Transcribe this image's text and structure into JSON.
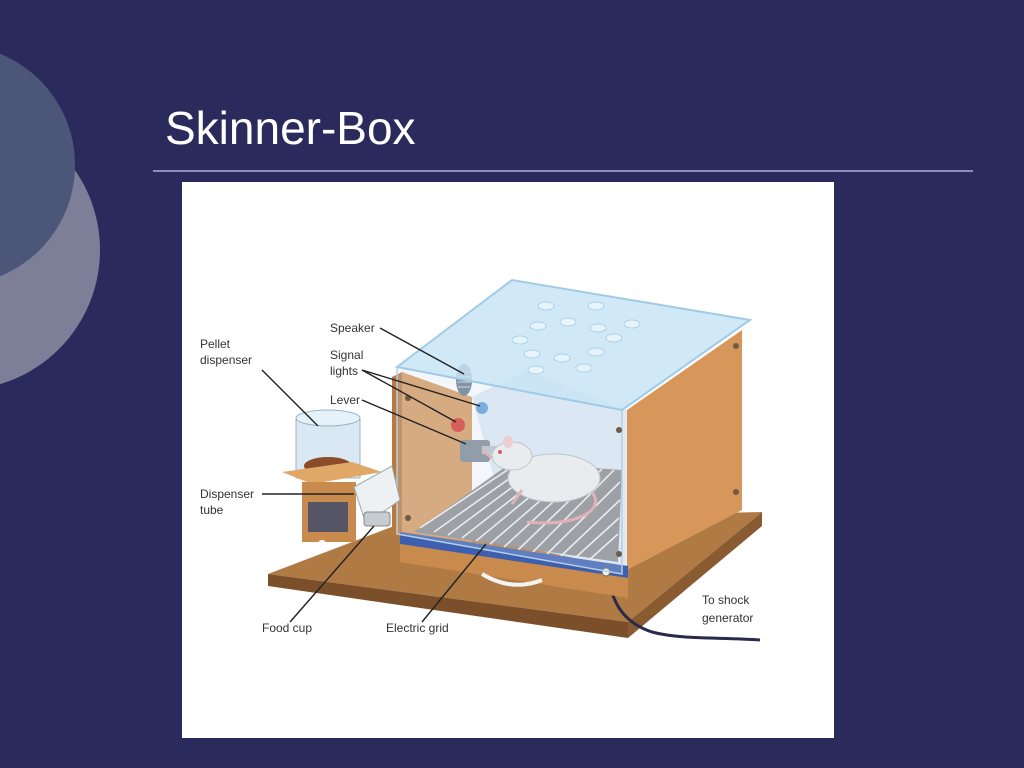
{
  "slide": {
    "title": "Skinner-Box",
    "colors": {
      "background": "#2b2a5c",
      "accent_circle": "#4b5678",
      "accent_ring": "#7d7f98",
      "rule": "#8d8fb6",
      "title": "#ffffff"
    }
  },
  "diagram": {
    "labels": {
      "pellet_dispenser_1": "Pellet",
      "pellet_dispenser_2": "dispenser",
      "speaker": "Speaker",
      "signal_lights_1": "Signal",
      "signal_lights_2": "lights",
      "lever": "Lever",
      "dispenser_tube_1": "Dispenser",
      "dispenser_tube_2": "tube",
      "food_cup": "Food cup",
      "electric_grid": "Electric grid",
      "to_shock_1": "To shock",
      "to_shock_2": "generator"
    }
  }
}
